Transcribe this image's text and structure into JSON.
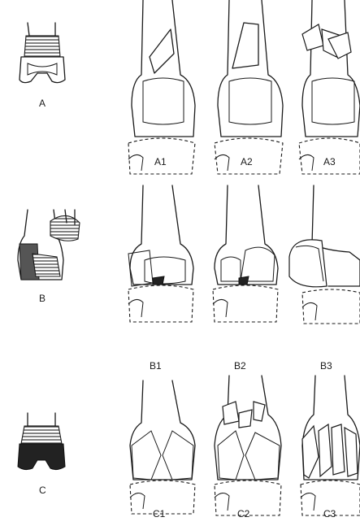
{
  "labels": {
    "A": "A",
    "A1": "A1",
    "A2": "A2",
    "A3": "A3",
    "B": "B",
    "B1": "B1",
    "B2": "B2",
    "B3": "B3",
    "C": "C",
    "C1": "C1",
    "C2": "C2",
    "C3": "C3"
  },
  "colors": {
    "line": "#1a1a1a",
    "shading": "#555555",
    "dark_fill": "#222222",
    "background": "#ffffff"
  }
}
